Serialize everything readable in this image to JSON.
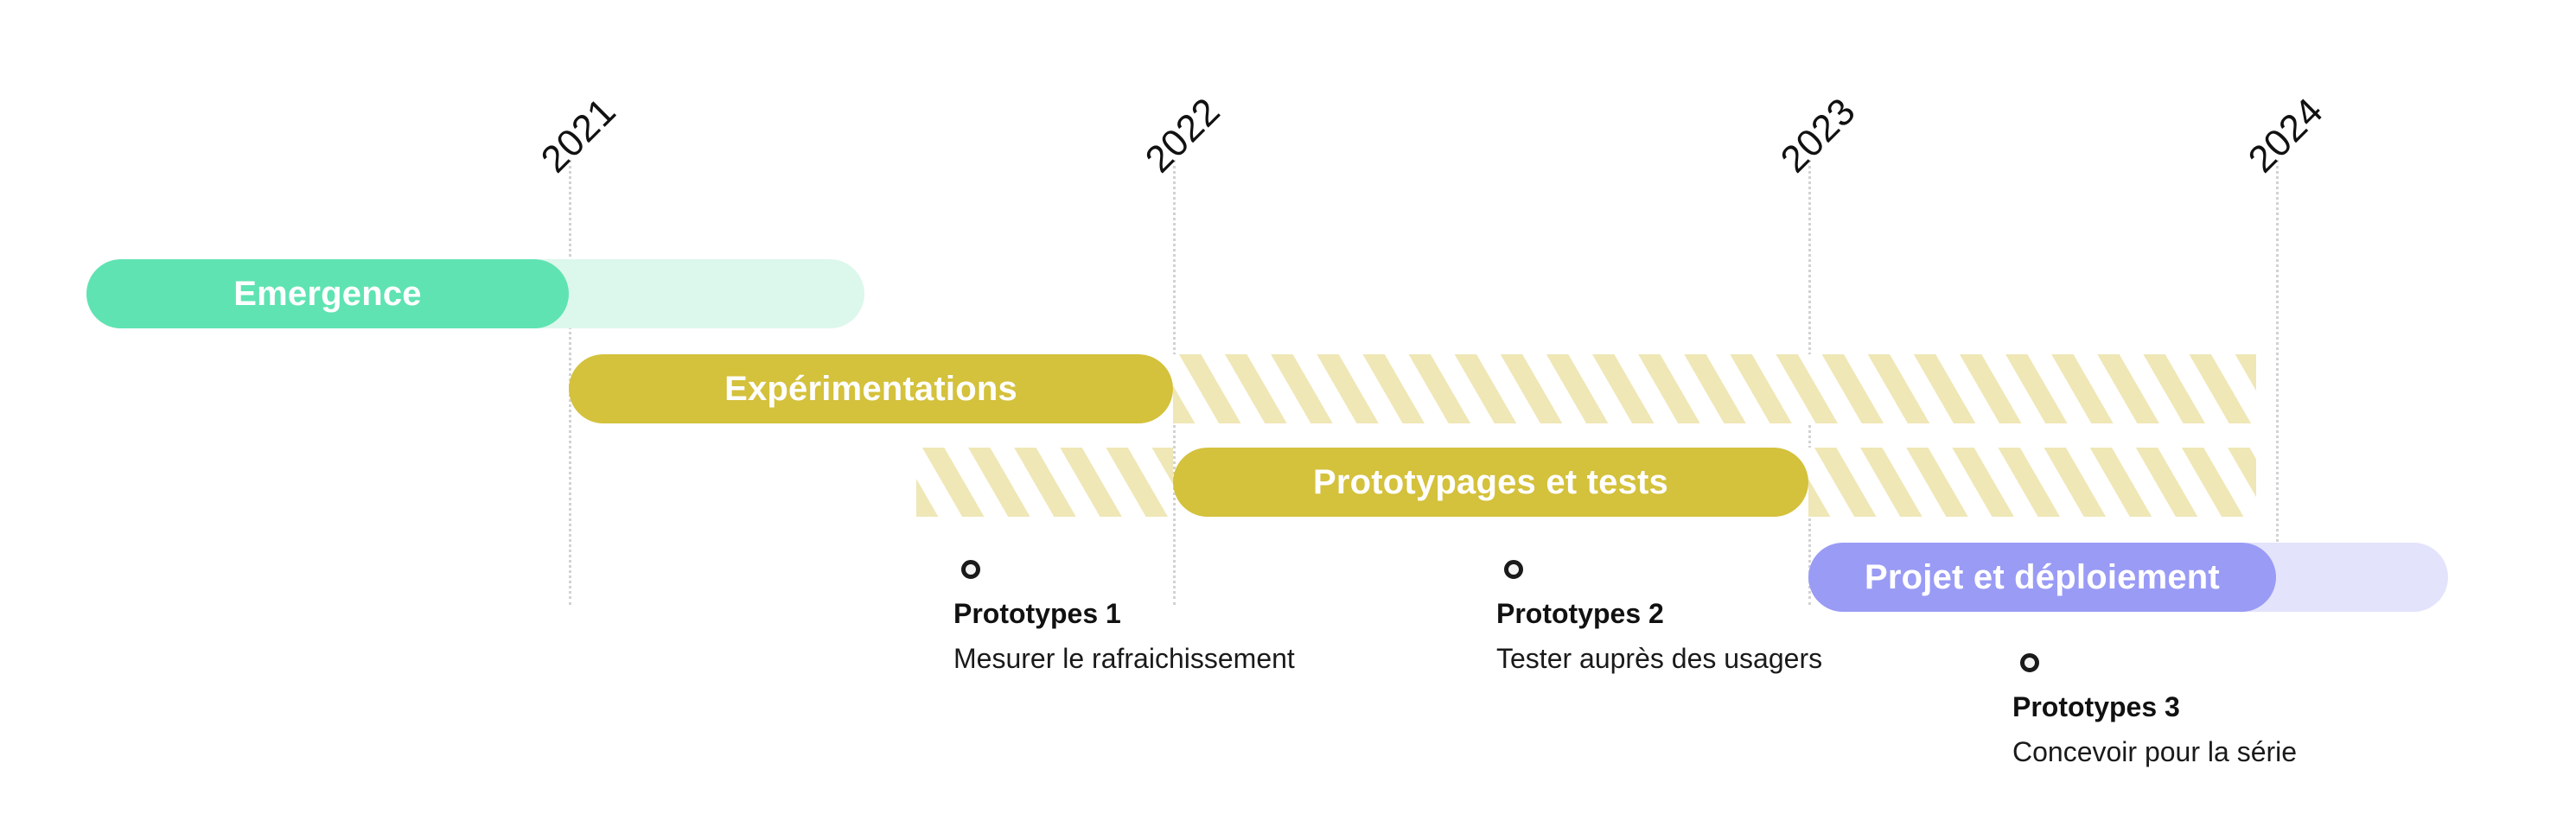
{
  "chart_data": {
    "type": "bar",
    "title": "",
    "xlabel": "",
    "ylabel": "",
    "grid": true,
    "legend": "none",
    "axis": {
      "ticks": [
        "2021",
        "2022",
        "2023",
        "2024"
      ],
      "tick_rotation_deg": -45,
      "xlim": [
        "2020.2",
        "2024.6"
      ]
    },
    "categories": [
      "Emergence",
      "Expérimentations",
      "Prototypages et tests",
      "Projet et déploiement"
    ],
    "series": [
      {
        "name": "Emergence",
        "start": 2020.2,
        "end": 2021.0,
        "extension_end": 2021.5,
        "extension_style": "ghost",
        "color": "#5FE3B2",
        "ghost_color": "#DCF7EC"
      },
      {
        "name": "Expérimentations",
        "start": 2021.0,
        "end": 2022.0,
        "extension_end": 2023.8,
        "extension_style": "hatch",
        "color": "#D4C13C",
        "hatch_color": "#EFE7B6"
      },
      {
        "name": "Prototypages et tests",
        "pre_extension_start": 2021.57,
        "start": 2022.0,
        "end": 2023.0,
        "extension_end": 2023.8,
        "extension_style": "hatch",
        "color": "#D4C13C",
        "hatch_color": "#EFE7B6"
      },
      {
        "name": "Projet et déploiement",
        "start": 2023.0,
        "end": 2024.0,
        "extension_end": 2024.37,
        "extension_style": "ghost",
        "color": "#9A9BF5",
        "ghost_color": "#E3E3FC"
      }
    ],
    "milestones": [
      {
        "title": "Prototypes 1",
        "subtitle": "Mesurer le rafraichissement",
        "x": 2021.65
      },
      {
        "title": "Prototypes 2",
        "subtitle": "Tester auprès des usagers",
        "x": 2022.53
      },
      {
        "title": "Prototypes 3",
        "subtitle": "Concevoir pour la série",
        "x": 2023.37
      }
    ]
  },
  "axis": {
    "ticks": [
      {
        "label": "2021"
      },
      {
        "label": "2022"
      },
      {
        "label": "2023"
      },
      {
        "label": "2024"
      }
    ]
  },
  "bars": [
    {
      "label": "Emergence"
    },
    {
      "label": "Expérimentations"
    },
    {
      "label": "Prototypages et tests"
    },
    {
      "label": "Projet et déploiement"
    }
  ],
  "milestones": [
    {
      "title": "Prototypes 1",
      "subtitle": "Mesurer le rafraichissement"
    },
    {
      "title": "Prototypes 2",
      "subtitle": "Tester auprès des usagers"
    },
    {
      "title": "Prototypes 3",
      "subtitle": "Concevoir pour la série"
    }
  ],
  "colors": {
    "emergence": "#5FE3B2",
    "emergence_ghost": "#DCF7EC",
    "gold": "#D4C13C",
    "hatch": "#EFE7B6",
    "projet": "#9A9BF5",
    "projet_ghost": "#E3E3FC",
    "gridline": "#d2d2d2",
    "text": "#111111",
    "bar_text": "#ffffff",
    "background": "#ffffff"
  }
}
